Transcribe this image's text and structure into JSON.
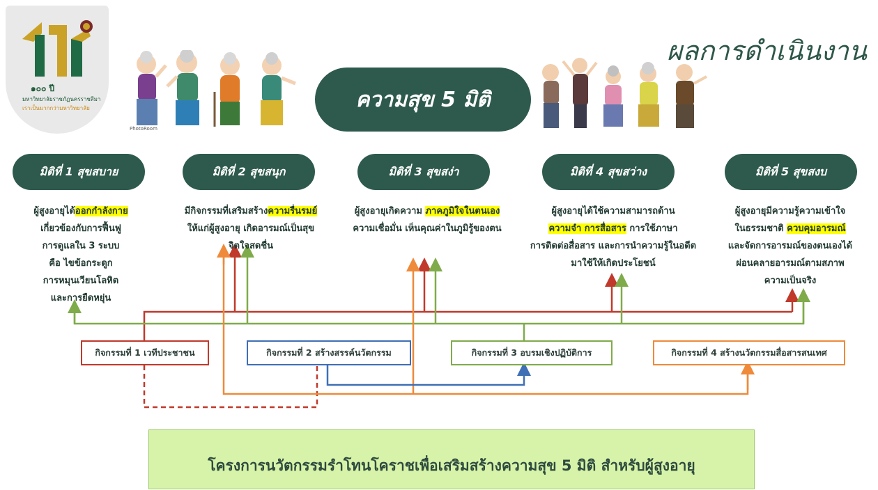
{
  "logo": {
    "year_text": "๑๐๐ ปี",
    "line1": "มหาวิทยาลัยราชภัฏนครราชสีมา",
    "line2": "เราเป็นมากกว่ามหาวิทยาลัย"
  },
  "header": {
    "title": "ผลการดำเนินงาน",
    "center_label": "ความสุข 5 มิติ",
    "photo_credit": "PhotoRoom"
  },
  "dimensions": [
    {
      "label": "มิติที่ 1 สุขสบาย",
      "desc_lines": [
        [
          {
            "t": "ผู้สูงอายุได้",
            "h": false
          },
          {
            "t": "ออกกำลังกาย",
            "h": true
          }
        ],
        [
          {
            "t": "เกี่ยวข้องกับการฟื้นฟู",
            "h": false
          }
        ],
        [
          {
            "t": "การดูแลใน 3 ระบบ",
            "h": false
          }
        ],
        [
          {
            "t": "คือ ไขข้อกระดูก",
            "h": false
          }
        ],
        [
          {
            "t": "การหมุนเวียนโลหิต",
            "h": false
          }
        ],
        [
          {
            "t": "และการยืดหยุ่น",
            "h": false
          }
        ]
      ]
    },
    {
      "label": "มิติที่ 2 สุขสนุก",
      "desc_lines": [
        [
          {
            "t": "มีกิจกรรมที่เสริมสร้าง",
            "h": false
          },
          {
            "t": "ความรื่นรมย์",
            "h": true
          }
        ],
        [
          {
            "t": "ให้แก่ผู้สูงอายุ เกิดอารมณ์เป็นสุข",
            "h": false
          }
        ],
        [
          {
            "t": "จิตใจสดชื่น",
            "h": false
          }
        ]
      ]
    },
    {
      "label": "มิติที่ 3 สุขสง่า",
      "desc_lines": [
        [
          {
            "t": "ผู้สูงอายุเกิดความ ",
            "h": false
          },
          {
            "t": "ภาคภูมิใจในตนเอง",
            "h": true
          }
        ],
        [
          {
            "t": "ความเชื่อมั่น เห็นคุณค่าในภูมิรู้ของตน",
            "h": false
          }
        ]
      ]
    },
    {
      "label": "มิติที่ 4 สุขสว่าง",
      "desc_lines": [
        [
          {
            "t": "ผู้สูงอายุได้ใช้ความสามารถด้าน",
            "h": false
          }
        ],
        [
          {
            "t": "ความจำ การสื่อสาร",
            "h": true
          },
          {
            "t": " การใช้ภาษา",
            "h": false
          }
        ],
        [
          {
            "t": "การติดต่อสื่อสาร และการนำความรู้ในอดีต",
            "h": false
          }
        ],
        [
          {
            "t": "มาใช้ให้เกิดประโยชน์",
            "h": false
          }
        ]
      ]
    },
    {
      "label": "มิติที่ 5 สุขสงบ",
      "desc_lines": [
        [
          {
            "t": "ผู้สูงอายุมีความรู้ความเข้าใจ",
            "h": false
          }
        ],
        [
          {
            "t": "ในธรรมชาติ ",
            "h": false
          },
          {
            "t": "ควบคุมอารมณ์",
            "h": true
          }
        ],
        [
          {
            "t": "และจัดการอารมณ์ของตนเองได้",
            "h": false
          }
        ],
        [
          {
            "t": "ผ่อนคลายอารมณ์ตามสภาพ",
            "h": false
          }
        ],
        [
          {
            "t": "ความเป็นจริง",
            "h": false
          }
        ]
      ]
    }
  ],
  "activities": [
    "กิจกรรมที่ 1 เวทีประชาชน",
    "กิจกรรมที่ 2 สร้างสรรค์นวัตกรรม",
    "กิจกรรมที่ 3 อบรมเชิงปฏิบัติการ",
    "กิจกรรมที่ 4 สร้างนวัตกรรมสื่อสารสนเทศ"
  ],
  "project_title": "โครงการนวัตกรรมรำโทนโคราชเพื่อเสริมสร้างความสุข 5 มิติ สำหรับผู้สูงอายุ",
  "colors": {
    "dark_green": "#2d5a4c",
    "activity1": "#c0392b",
    "activity2": "#3f6fb5",
    "activity3": "#7fab4a",
    "activity4": "#ee8a3a",
    "highlight": "#ffff00",
    "banner": "#d7f3a9"
  },
  "icons": {
    "logo": "university-centennial-logo",
    "elders_left": "elderly-group-illustration",
    "elders_right": "dancing-elderly-illustration"
  }
}
